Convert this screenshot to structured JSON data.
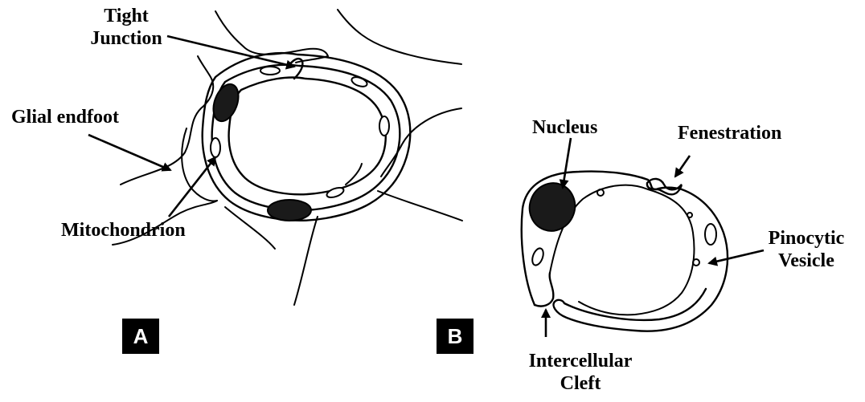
{
  "labels": {
    "tight_junction_line1": "Tight",
    "tight_junction_line2": "Junction",
    "glial_endfoot": "Glial endfoot",
    "mitochondrion": "Mitochondrion",
    "nucleus": "Nucleus",
    "fenestration": "Fenestration",
    "pinocytic_line1": "Pinocytic",
    "pinocytic_line2": "Vesicle",
    "intercellular_line1": "Intercellular",
    "intercellular_line2": "Cleft"
  },
  "panels": {
    "a": "A",
    "b": "B"
  }
}
